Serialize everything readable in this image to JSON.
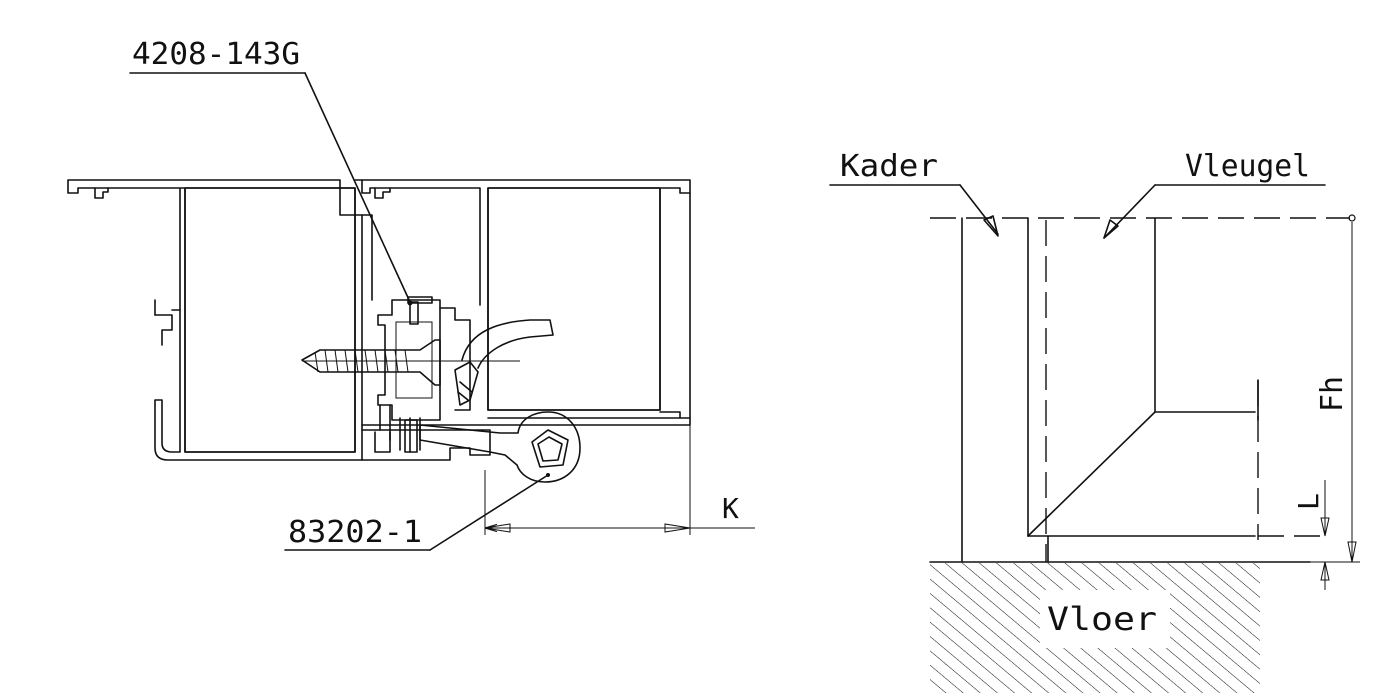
{
  "left_drawing": {
    "part_label_top": "4208-143G",
    "part_label_bottom": "83202-1",
    "dimension_label": "K"
  },
  "right_drawing": {
    "label_frame": "Kader",
    "label_sash": "Vleugel",
    "label_floor": "Vloer",
    "dimension_height": "Fh",
    "dimension_gap": "L"
  },
  "colors": {
    "line": "#111111",
    "background": "#ffffff"
  }
}
